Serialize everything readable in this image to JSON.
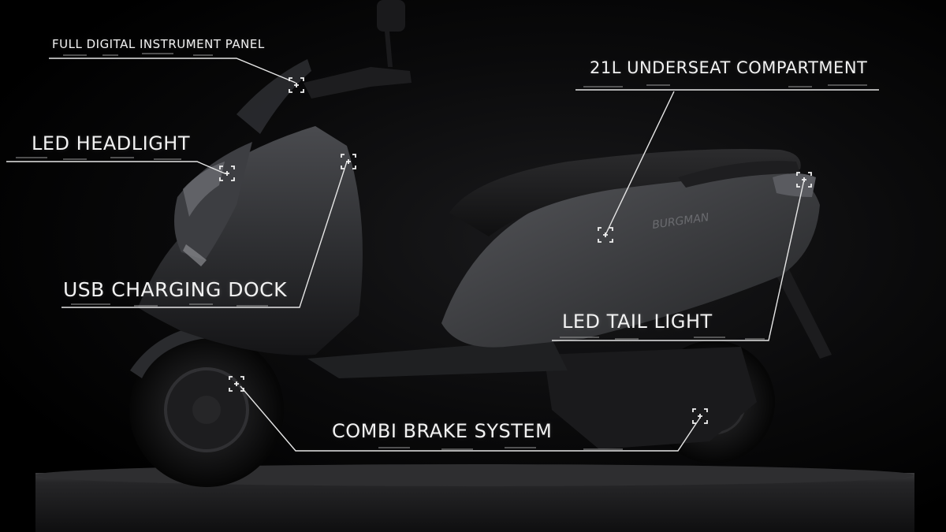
{
  "labels": {
    "instrument_panel": "FULL DIGITAL INSTRUMENT PANEL",
    "headlight": "LED HEADLIGHT",
    "underseat": "21L UNDERSEAT COMPARTMENT",
    "usb_dock": "USB CHARGING DOCK",
    "tail_light": "LED TAIL LIGHT",
    "brake_system": "COMBI BRAKE SYSTEM"
  },
  "scooter_badge": "BURGMAN",
  "colors": {
    "background": "#000000",
    "scooter_body": "#3a3b3e",
    "annotation_line": "#e8e8e8",
    "text": "#f2f2f2"
  }
}
